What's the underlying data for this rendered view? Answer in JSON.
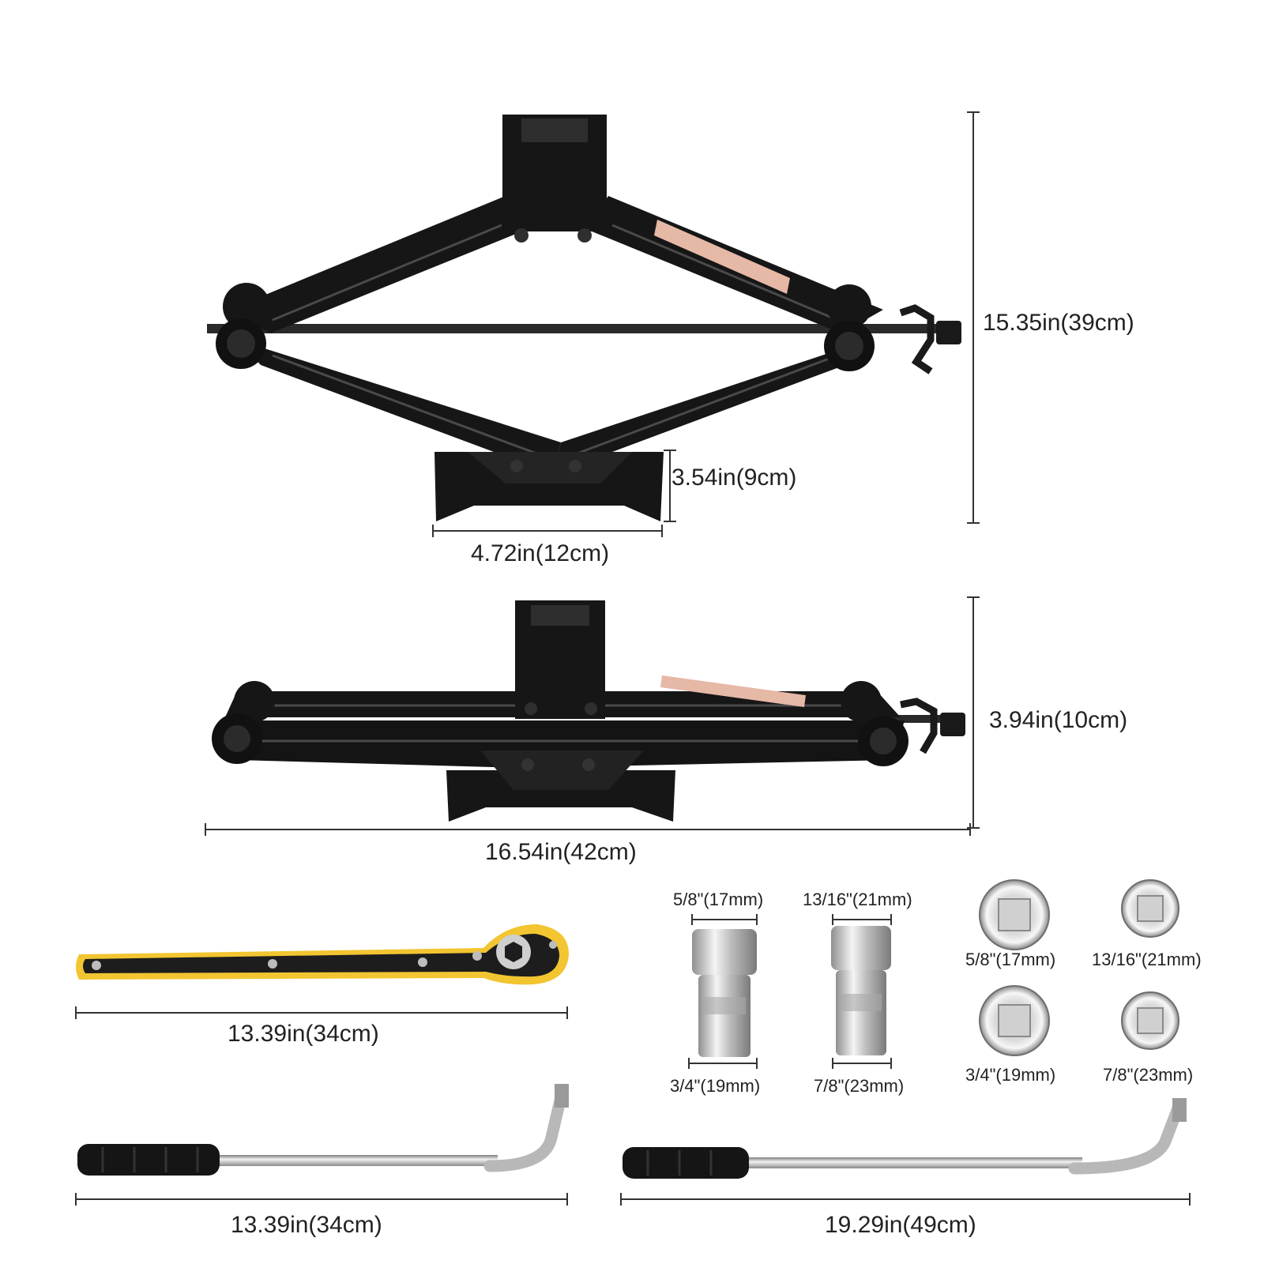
{
  "dimensions": {
    "jack_raised_height": "15.35in(39cm)",
    "jack_base_height": "3.54in(9cm)",
    "jack_base_width": "4.72in(12cm)",
    "jack_lowered_height": "3.94in(10cm)",
    "jack_length": "16.54in(42cm)",
    "ratchet_length": "13.39in(34cm)",
    "short_wrench_length": "13.39in(34cm)",
    "long_wrench_length": "19.29in(49cm)"
  },
  "sockets": {
    "side_top_left": "5/8\"(17mm)",
    "side_top_right": "13/16\"(21mm)",
    "side_bottom_left": "3/4\"(19mm)",
    "side_bottom_right": "7/8\"(23mm)",
    "top_a": "5/8\"(17mm)",
    "top_b": "13/16\"(21mm)",
    "top_c": "3/4\"(19mm)",
    "top_d": "7/8\"(23mm)"
  },
  "colors": {
    "jack": "#161616",
    "ratchet_yellow": "#f2c531",
    "chrome": "#c9c9c9",
    "dimension_line": "#333333"
  }
}
